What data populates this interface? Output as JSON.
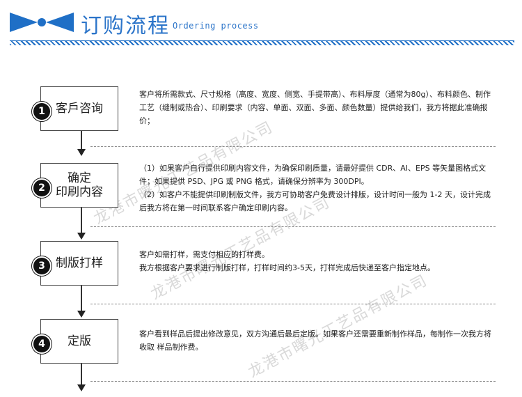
{
  "header": {
    "title": "订购流程",
    "subtitle": "Ordering process",
    "accent_color": "#2b74c9"
  },
  "steps": [
    {
      "num": "1",
      "label": "客戶咨询",
      "desc": [
        "客户将所需款式、尺寸规格（高度、宽度、侧宽、手提带高）、布料厚度（通常为80g）、布料颜色、制作工艺（缝制或热合）、印刷要求（内容、单面、双面、多面、颜色数量）提供给我们，我方将据此准确报价；"
      ]
    },
    {
      "num": "2",
      "label_line1": "确定",
      "label_line2": "印刷内容",
      "desc": [
        "（1）如果客户自行提供印刷内容文件，为确保印刷质量，请最好提供 CDR、AI、EPS 等矢量图格式文件；如果提供 PSD、JPG 或 PNG 格式，请确保分辨率为 300DPI。",
        "（2）如客户不能提供印刷制版文件，我方可协助客户免费设计排版，设计时间一般为 1-2 天，设计完成后我方将在第一时间联系客户确定印刷内容。"
      ]
    },
    {
      "num": "3",
      "label": "制版打样",
      "desc": [
        "客户如需打样，需支付相应的打样费。",
        "我方根据客户要求进行制版打样，打样时间约3-5天，打样完成后快递至客户指定地点。"
      ]
    },
    {
      "num": "4",
      "label": "定版",
      "desc": [
        "客户看到样品后提出修改意见，双方沟通后最后定版。如果客户还需要重新制作样品，每制作一次我方将收取 样品制作费。"
      ]
    }
  ],
  "watermark": "龙港市曙光工艺品有限公司"
}
